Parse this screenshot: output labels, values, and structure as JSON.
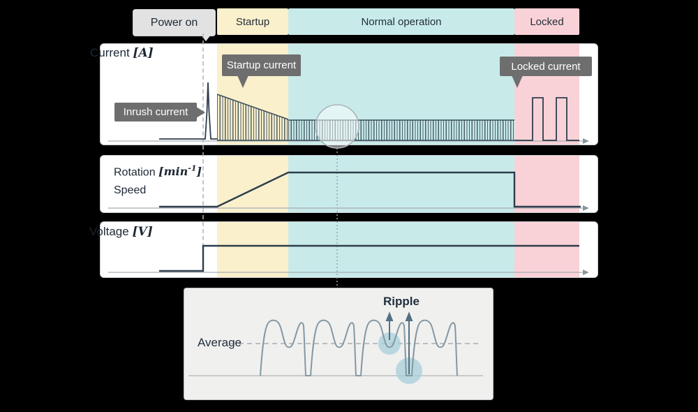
{
  "title": "Motor operating phases timing diagram",
  "header": {
    "power_on_label": "Power on",
    "phases": [
      {
        "label": "Startup",
        "color": "#FAF0CC"
      },
      {
        "label": "Normal operation",
        "color": "#C8EBEA"
      },
      {
        "label": "Locked",
        "color": "#F9D2D7"
      }
    ]
  },
  "panels": {
    "current": {
      "label": "Current",
      "unit": "[A]"
    },
    "rotation_speed": {
      "label_line1": "Rotation",
      "label_line2": "Speed",
      "unit_pre": "[min",
      "unit_sup": "-1",
      "unit_post": "]"
    },
    "voltage": {
      "label": "Voltage",
      "unit": "[V]"
    }
  },
  "callouts": {
    "inrush_current": "Inrush current",
    "startup_current": "Startup current",
    "locked_current": "Locked current"
  },
  "ripple_inset": {
    "title": "Ripple",
    "average_label": "Average"
  },
  "colors": {
    "background": "#000000",
    "panel_fill": "#FFFFFF",
    "panel_border": "#C7CBCF",
    "startup_band": "#FAF0CC",
    "normal_band": "#C8EBEA",
    "locked_band": "#F9D2D7",
    "power_on_box": "#E2E2E2",
    "callout_gray": "#6E6E6E",
    "trace_dark": "#2E3D4C",
    "comb_lines": "#384A58",
    "axis_gray": "#A6ADB3",
    "ripple_wave": "#8498A3",
    "ripple_arrow": "#527082",
    "ripple_highlight": "#A8CFD9",
    "inset_fill": "#F0F0EF"
  },
  "chart_data": {
    "type": "line",
    "title": "Motor behavior across operating phases",
    "x_phases": [
      "Power on",
      "Startup",
      "Normal operation",
      "Locked"
    ],
    "series": [
      {
        "name": "Current [A]",
        "behavior": "zero before power-on; inrush current spike at power-on; pulsed startup current with linearly decaying amplitude during Startup; constant-amplitude ripple current during Normal operation; two intermittent square pulses (locked current) during Locked"
      },
      {
        "name": "Rotation Speed [min^-1]",
        "behavior": "zero until Startup begins; ramps up linearly during Startup; constant plateau during Normal operation; drops to zero at start of Locked"
      },
      {
        "name": "Voltage [V]",
        "behavior": "zero before power-on; steps up to a constant level at power-on and stays constant through all phases"
      }
    ],
    "inset": {
      "title": "Ripple",
      "average_label": "Average",
      "behavior": "magnified normal-operation current waveform: repeating double-humped pulses around a dashed average level, with ripple arrows from the average valley and from the zero baseline"
    }
  }
}
